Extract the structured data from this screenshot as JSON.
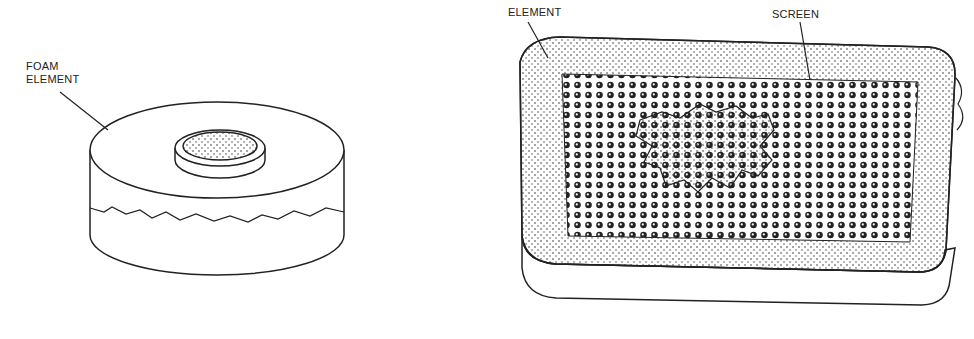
{
  "diagram": {
    "labels": [
      "FOAM ELEMENT",
      "ELEMENT",
      "SCREEN"
    ]
  }
}
